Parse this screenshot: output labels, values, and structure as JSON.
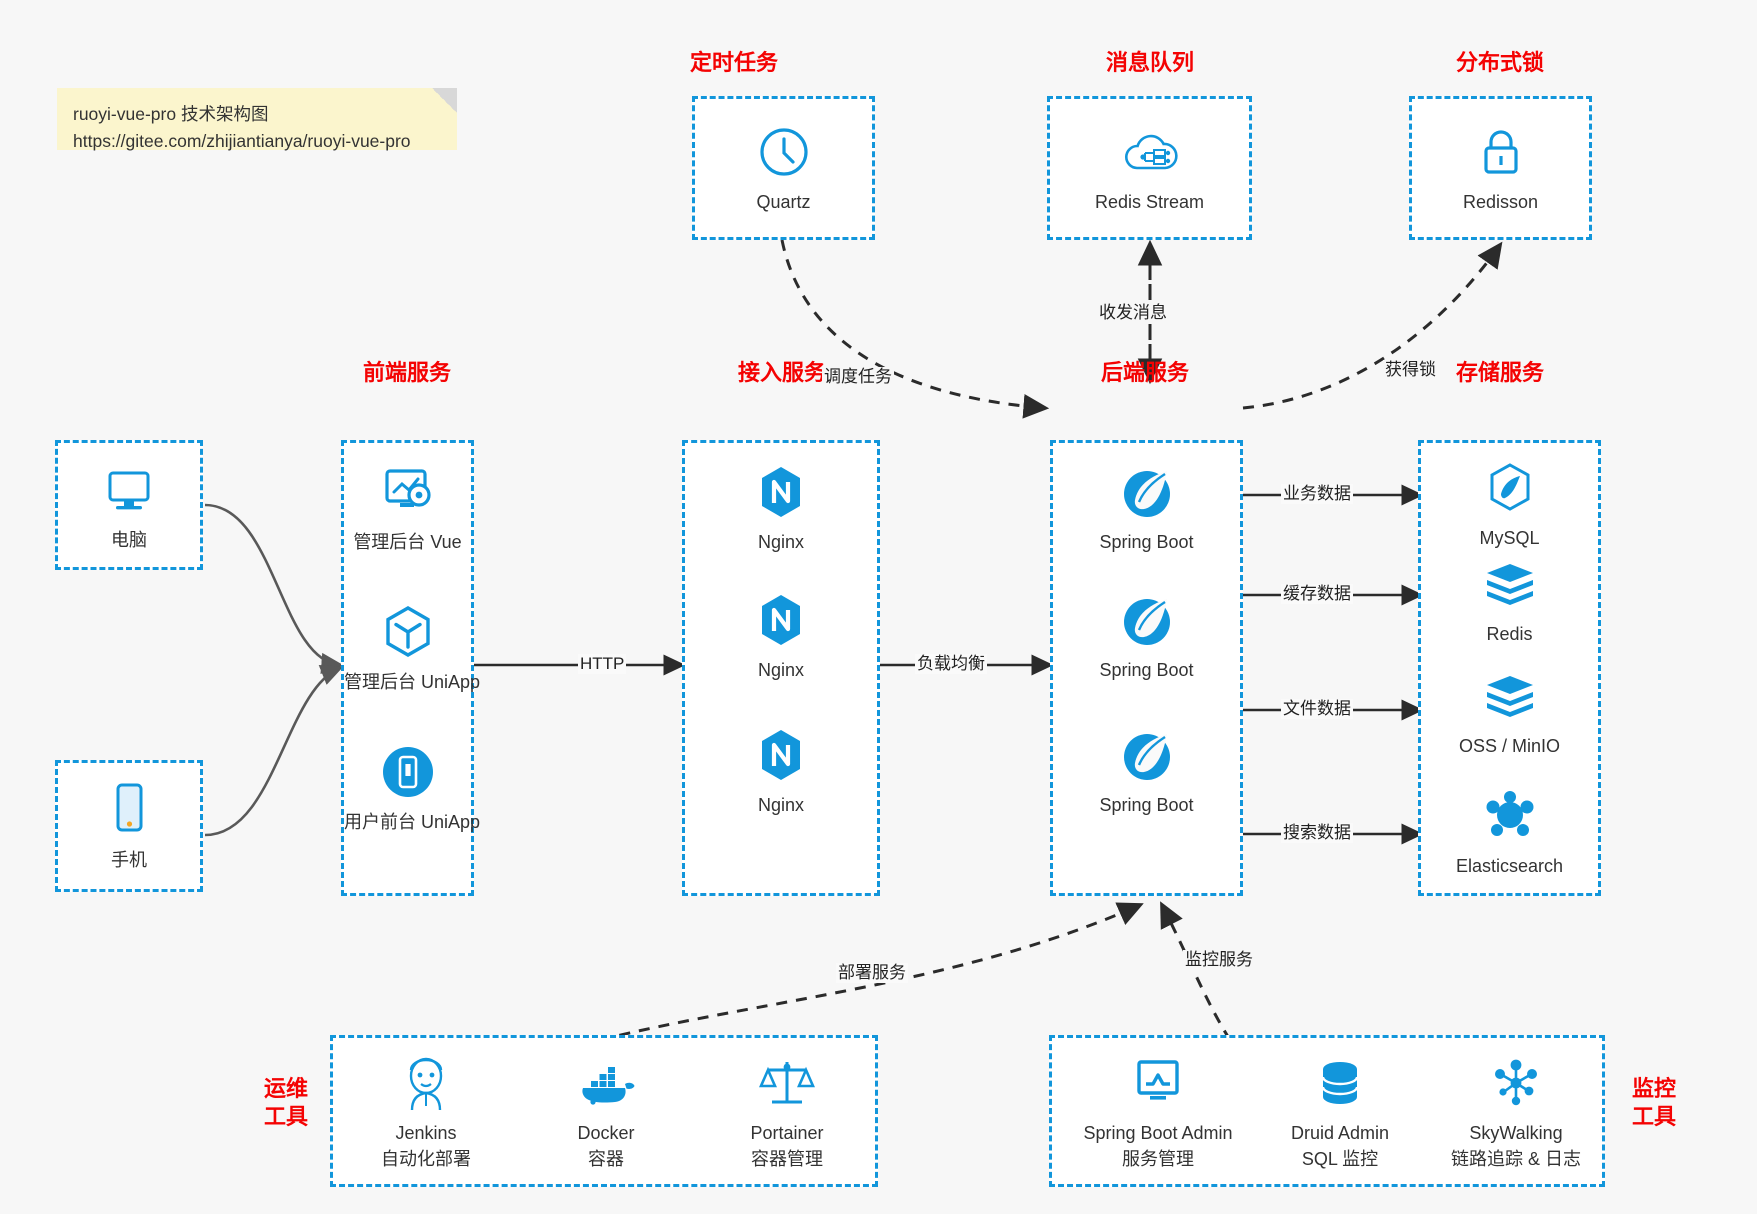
{
  "note": {
    "line1": "ruoyi-vue-pro 技术架构图",
    "line2": "https://gitee.com/zhijiantianya/ruoyi-vue-pro"
  },
  "colors": {
    "box_border": "#1296db",
    "group_title": "#f40303",
    "icon_blue": "#1296db",
    "canvas": "#f7f7f7",
    "note_bg": "#fbf5cd",
    "arrow": "#2b2b2b"
  },
  "groups": {
    "scheduled_task": {
      "title": "定时任务",
      "nodes": [
        {
          "label": "Quartz",
          "icon": "clock-icon"
        }
      ]
    },
    "message_queue": {
      "title": "消息队列",
      "nodes": [
        {
          "label": "Redis Stream",
          "icon": "cloud-stream-icon"
        }
      ]
    },
    "distributed_lock": {
      "title": "分布式锁",
      "nodes": [
        {
          "label": "Redisson",
          "icon": "lock-icon"
        }
      ]
    },
    "clients": {
      "nodes": [
        {
          "label": "电脑",
          "icon": "desktop-icon"
        },
        {
          "label": "手机",
          "icon": "mobile-icon"
        }
      ]
    },
    "frontend": {
      "title": "前端服务",
      "nodes": [
        {
          "label": "管理后台 Vue",
          "icon": "dashboard-icon"
        },
        {
          "label": "管理后台 UniApp",
          "icon": "cube-icon"
        },
        {
          "label": "用户前台 UniApp",
          "icon": "mobile-app-icon"
        }
      ]
    },
    "gateway": {
      "title": "接入服务",
      "nodes": [
        {
          "label": "Nginx",
          "icon": "nginx-icon"
        },
        {
          "label": "Nginx",
          "icon": "nginx-icon"
        },
        {
          "label": "Nginx",
          "icon": "nginx-icon"
        }
      ]
    },
    "backend": {
      "title": "后端服务",
      "nodes": [
        {
          "label": "Spring Boot",
          "icon": "spring-icon"
        },
        {
          "label": "Spring Boot",
          "icon": "spring-icon"
        },
        {
          "label": "Spring Boot",
          "icon": "spring-icon"
        }
      ]
    },
    "storage": {
      "title": "存储服务",
      "nodes": [
        {
          "label": "MySQL",
          "icon": "mysql-icon"
        },
        {
          "label": "Redis",
          "icon": "redis-icon"
        },
        {
          "label": "OSS / MinIO",
          "icon": "oss-icon"
        },
        {
          "label": "Elasticsearch",
          "icon": "elasticsearch-icon"
        }
      ]
    },
    "ops_tools": {
      "title_line1": "运维",
      "title_line2": "工具",
      "nodes": [
        {
          "name": "Jenkins",
          "desc": "自动化部署",
          "icon": "jenkins-icon"
        },
        {
          "name": "Docker",
          "desc": "容器",
          "icon": "docker-icon"
        },
        {
          "name": "Portainer",
          "desc": "容器管理",
          "icon": "portainer-icon"
        }
      ]
    },
    "monitor_tools": {
      "title_line1": "监控",
      "title_line2": "工具",
      "nodes": [
        {
          "name": "Spring Boot Admin",
          "desc": "服务管理",
          "icon": "monitor-chart-icon"
        },
        {
          "name": "Druid Admin",
          "desc": "SQL 监控",
          "icon": "database-icon"
        },
        {
          "name": "SkyWalking",
          "desc": "链路追踪 & 日志",
          "icon": "skywalking-icon"
        }
      ]
    }
  },
  "edges": {
    "http": "HTTP",
    "load_balance": "负载均衡",
    "schedule_task": "调度任务",
    "send_receive_message": "收发消息",
    "acquire_lock": "获得锁",
    "business_data": "业务数据",
    "cache_data": "缓存数据",
    "file_data": "文件数据",
    "search_data": "搜索数据",
    "deploy_service": "部署服务",
    "monitor_service": "监控服务"
  }
}
